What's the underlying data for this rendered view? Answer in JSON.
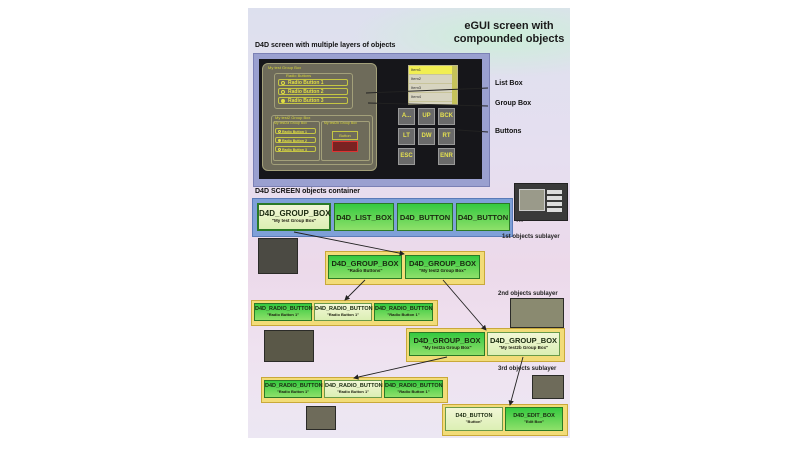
{
  "title": "eGUI screen with compounded objects",
  "screen_caption": "D4D screen with multiple layers of objects",
  "container_caption": "D4D SCREEN objects container",
  "callouts": {
    "list_box": "List Box",
    "group_box": "Group Box",
    "buttons": "Buttons"
  },
  "sublayers": {
    "first": "1st objects sublayer",
    "second": "2nd objects sublayer",
    "third": "3rd objects sublayer"
  },
  "screen": {
    "outer_group_title": "My test Group Box",
    "radio_group_title": "Radio Buttons",
    "radios": [
      "Radio Button 1",
      "Radio Button 2",
      "Radio Button 3"
    ],
    "test2_title": "My test2 Group Box",
    "test2a_title": "My test2a Group Box",
    "test2b_title": "My test2b Group Box",
    "small_radios": [
      "Radio Button 1",
      "Radio Button 2",
      "Radio Button 3"
    ],
    "button_label": "Button",
    "listbox_items": [
      "Item1",
      "Item2",
      "Item3",
      "Item4"
    ],
    "keys": [
      "A...",
      "UP",
      "BCK",
      "LT",
      "DW",
      "RT",
      "ESC",
      "ENR"
    ]
  },
  "container_nodes": [
    {
      "name": "D4D_GROUP_BOX",
      "sub": "\"My test Group Box\""
    },
    {
      "name": "D4D_LIST_BOX",
      "sub": ""
    },
    {
      "name": "D4D_BUTTON",
      "sub": ""
    },
    {
      "name": "D4D_BUTTON",
      "sub": ""
    }
  ],
  "ellipsis": "•••",
  "layer1": [
    {
      "name": "D4D_GROUP_BOX",
      "sub": "\"Radio Buttons\""
    },
    {
      "name": "D4D_GROUP_BOX",
      "sub": "\"My test2 Group Box\""
    }
  ],
  "layer2a": [
    {
      "name": "D4D_RADIO_BUTTON",
      "sub": "\"Radio Button 1\""
    },
    {
      "name": "D4D_RADIO_BUTTON",
      "sub": "\"Radio Button 1\""
    },
    {
      "name": "D4D_RADIO_BUTTON",
      "sub": "\"Radio Button 1\""
    }
  ],
  "layer2b": [
    {
      "name": "D4D_GROUP_BOX",
      "sub": "\"My test2a Group Box\""
    },
    {
      "name": "D4D_GROUP_BOX",
      "sub": "\"My test2b Group Box\""
    }
  ],
  "layer3a": [
    {
      "name": "D4D_RADIO_BUTTON",
      "sub": "\"Radio Button 1\""
    },
    {
      "name": "D4D_RADIO_BUTTON",
      "sub": "\"Radio Button 1\""
    },
    {
      "name": "D4D_RADIO_BUTTON",
      "sub": "\"Radio Button 1\""
    }
  ],
  "layer3b": [
    {
      "name": "D4D_BUTTON",
      "sub": "\"Button\""
    },
    {
      "name": "D4D_EDIT_BOX",
      "sub": "\"Edit Box\""
    }
  ]
}
